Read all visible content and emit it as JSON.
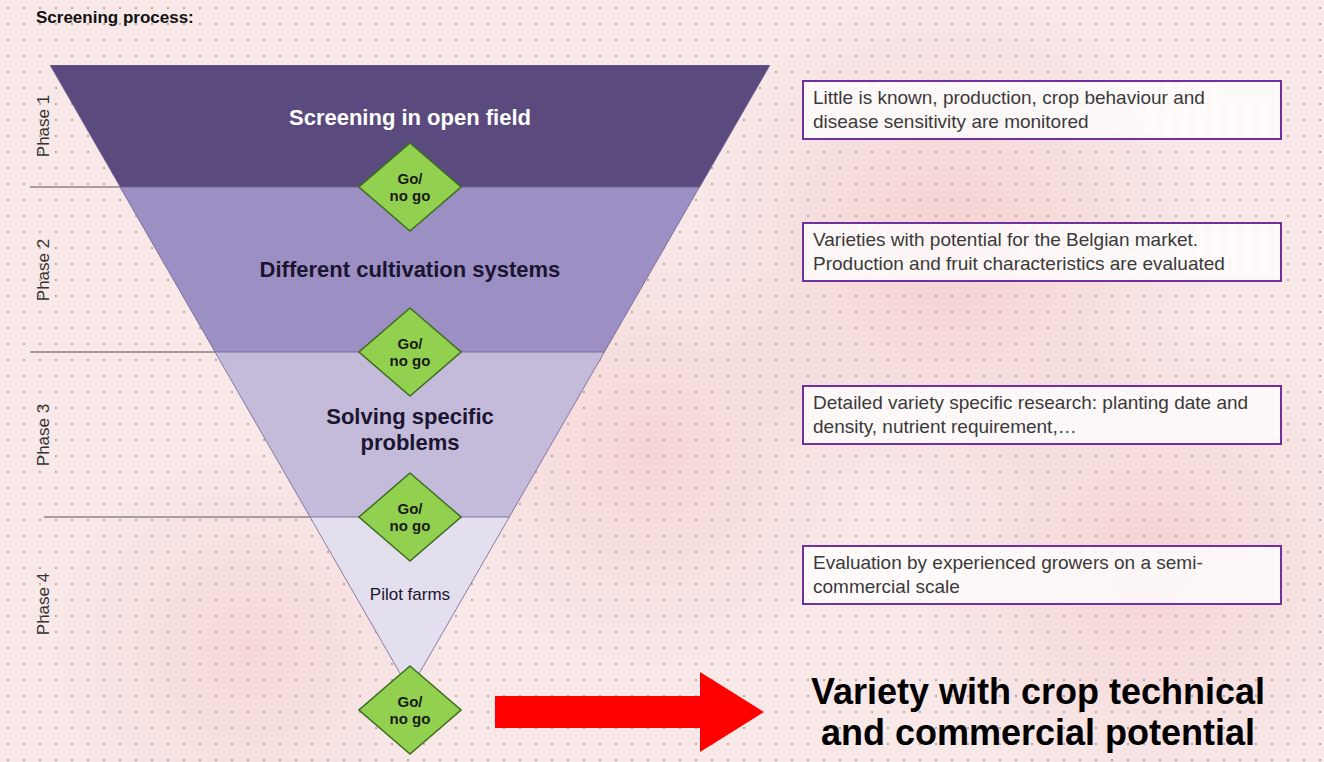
{
  "diagram": {
    "title": "Screening process:",
    "nodes": [
      {
        "text": [
          "Screening in open field"
        ]
      },
      {
        "text": [
          "Little is known, production, crop behaviour and disease sensitivity are monitored"
        ]
      },
      {
        "text": [
          "Go/ no go"
        ]
      },
      {
        "text": [
          "Different cultivation systems"
        ]
      },
      {
        "text": [
          "Varieties with potential for the Belgian market. Production and fruit characteristics are evaluated"
        ]
      },
      {
        "text": [
          "Go/ no go"
        ]
      },
      {
        "text": [
          "Solving specific problems"
        ]
      },
      {
        "text": [
          "Detailed variety specific research: planting date and density, nutrient requirement,…"
        ]
      },
      {
        "text": [
          "Go/ no go"
        ]
      },
      {
        "text": [
          "Pilot farms"
        ]
      },
      {
        "text": [
          "Evaluation by experienced growers on a semi-commercial scale"
        ]
      },
      {
        "text": [
          "Go/ no go"
        ]
      }
    ],
    "labels": [
      "Phase 1",
      "Phase 2",
      "Phase 3",
      "Phase 4",
      "Variety with crop technical and commercial potential"
    ]
  }
}
